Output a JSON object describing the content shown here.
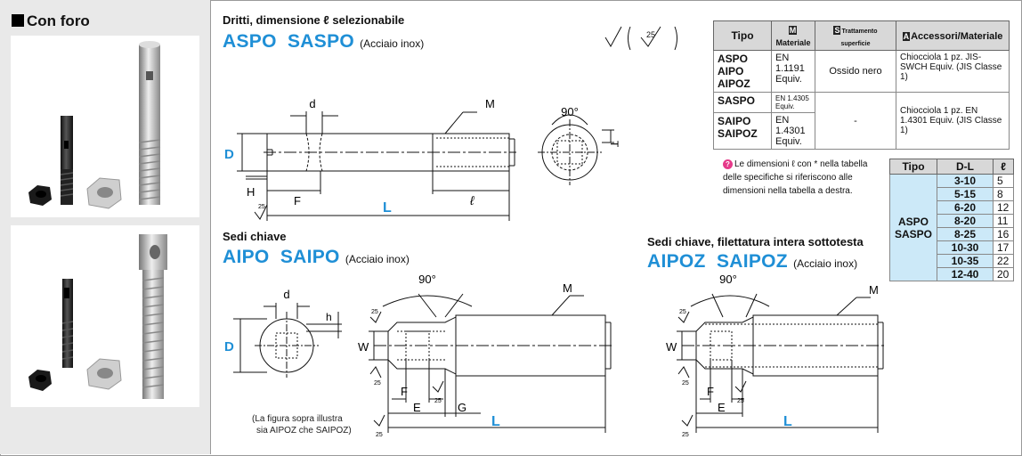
{
  "left": {
    "title": "Con foro"
  },
  "section1": {
    "heading": "Dritti, dimensione ℓ selezionabile",
    "code1": "ASPO",
    "code2": "SASPO",
    "material": "(Acciaio inox)"
  },
  "section2": {
    "heading": "Sedi chiave",
    "code1": "AIPO",
    "code2": "SAIPO",
    "material": "(Acciaio inox)",
    "note_line1": "(La figura sopra illustra",
    "note_line2": "sia AIPOZ che SAIPOZ)"
  },
  "section3": {
    "heading": "Sedi chiave, filettatura intera sottotesta",
    "code1": "AIPOZ",
    "code2": "SAIPOZ",
    "material": "(Acciaio inox)"
  },
  "labels": {
    "d": "d",
    "M": "M",
    "D": "D",
    "H": "H",
    "F": "F",
    "L": "L",
    "ell": "ℓ",
    "T": "T",
    "W": "W",
    "E": "E",
    "G": "G",
    "h": "h",
    "deg90": "90°",
    "rough25": "25"
  },
  "spec_table": {
    "headers": {
      "tipo": "Tipo",
      "m_tag": "M",
      "m_label": "Materiale",
      "s_tag": "S",
      "s_label": "Trattamento superficie",
      "a_tag": "A",
      "a_label": "Accessori/Materiale"
    },
    "row1": {
      "types": [
        "ASPO",
        "AIPO",
        "AIPOZ"
      ],
      "material": "EN 1.1191 Equiv.",
      "treatment": "Ossido nero",
      "accessory": "Chiocciola 1 pz. JIS-SWCH Equiv. (JIS Classe 1)"
    },
    "row2": {
      "type": "SASPO",
      "material": "EN 1.4305 Equiv."
    },
    "row3": {
      "types": [
        "SAIPO",
        "SAIPOZ"
      ],
      "material": "EN 1.4301 Equiv.",
      "treatment": "-",
      "accessory": "Chiocciola 1 pz. EN 1.4301 Equiv. (JIS Classe 1)"
    }
  },
  "dim_note": {
    "icon": "?",
    "text": "Le dimensioni ℓ con * nella tabella delle specifiche si riferiscono alle dimensioni nella tabella a destra."
  },
  "dim_table": {
    "headers": [
      "Tipo",
      "D-L",
      "ℓ"
    ],
    "type1": "ASPO",
    "type2": "SASPO",
    "rows": [
      {
        "dl": "3-10",
        "l": "5"
      },
      {
        "dl": "5-15",
        "l": "8"
      },
      {
        "dl": "6-20",
        "l": "12"
      },
      {
        "dl": "8-20",
        "l": "11"
      },
      {
        "dl": "8-25",
        "l": "16"
      },
      {
        "dl": "10-30",
        "l": "17"
      },
      {
        "dl": "10-35",
        "l": "22"
      },
      {
        "dl": "12-40",
        "l": "20"
      }
    ]
  }
}
